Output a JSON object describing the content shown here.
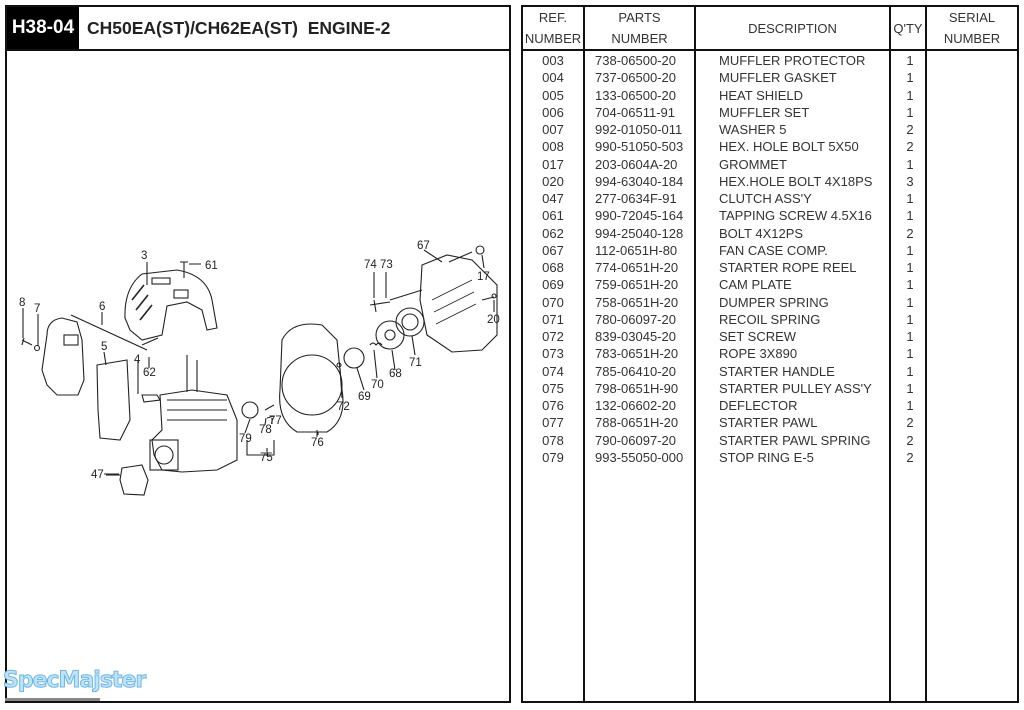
{
  "header": {
    "code": "H38-04",
    "title": "CH50EA(ST)/CH62EA(ST)  ENGINE-2"
  },
  "watermark": "SpecMajster",
  "diagram": {
    "callouts": [
      "3",
      "61",
      "8",
      "7",
      "6",
      "5",
      "4",
      "62",
      "47",
      "79",
      "78",
      "77",
      "75",
      "76",
      "72",
      "69",
      "70",
      "68",
      "71",
      "74",
      "73",
      "67",
      "17",
      "20"
    ]
  },
  "table": {
    "headers": {
      "ref": [
        "REF.",
        "NUMBER"
      ],
      "parts": [
        "PARTS",
        "NUMBER"
      ],
      "description": "DESCRIPTION",
      "qty": "Q'TY",
      "serial": [
        "SERIAL",
        "NUMBER"
      ]
    },
    "rows": [
      {
        "ref": "003",
        "part": "738-06500-20",
        "desc": "MUFFLER PROTECTOR",
        "qty": "1"
      },
      {
        "ref": "004",
        "part": "737-06500-20",
        "desc": "MUFFLER GASKET",
        "qty": "1"
      },
      {
        "ref": "005",
        "part": "133-06500-20",
        "desc": "HEAT SHIELD",
        "qty": "1"
      },
      {
        "ref": "006",
        "part": "704-06511-91",
        "desc": "MUFFLER SET",
        "qty": "1"
      },
      {
        "ref": "007",
        "part": "992-01050-011",
        "desc": "WASHER 5",
        "qty": "2"
      },
      {
        "ref": "008",
        "part": "990-51050-503",
        "desc": "HEX. HOLE BOLT 5X50",
        "qty": "2"
      },
      {
        "ref": "017",
        "part": "203-0604A-20",
        "desc": "GROMMET",
        "qty": "1"
      },
      {
        "ref": "020",
        "part": "994-63040-184",
        "desc": "HEX.HOLE BOLT 4X18PS",
        "qty": "3"
      },
      {
        "ref": "047",
        "part": "277-0634F-91",
        "desc": "CLUTCH ASS'Y",
        "qty": "1"
      },
      {
        "ref": "061",
        "part": "990-72045-164",
        "desc": "TAPPING SCREW 4.5X16",
        "qty": "1"
      },
      {
        "ref": "062",
        "part": "994-25040-128",
        "desc": "BOLT 4X12PS",
        "qty": "2"
      },
      {
        "ref": "067",
        "part": "112-0651H-80",
        "desc": "FAN CASE COMP.",
        "qty": "1"
      },
      {
        "ref": "068",
        "part": "774-0651H-20",
        "desc": "STARTER ROPE REEL",
        "qty": "1"
      },
      {
        "ref": "069",
        "part": "759-0651H-20",
        "desc": "CAM PLATE",
        "qty": "1"
      },
      {
        "ref": "070",
        "part": "758-0651H-20",
        "desc": "DUMPER SPRING",
        "qty": "1"
      },
      {
        "ref": "071",
        "part": "780-06097-20",
        "desc": "RECOIL SPRING",
        "qty": "1"
      },
      {
        "ref": "072",
        "part": "839-03045-20",
        "desc": "SET SCREW",
        "qty": "1"
      },
      {
        "ref": "073",
        "part": "783-0651H-20",
        "desc": "ROPE 3X890",
        "qty": "1"
      },
      {
        "ref": "074",
        "part": "785-06410-20",
        "desc": "STARTER HANDLE",
        "qty": "1"
      },
      {
        "ref": "075",
        "part": "798-0651H-90",
        "desc": "STARTER PULLEY ASS'Y",
        "qty": "1"
      },
      {
        "ref": "076",
        "part": "132-06602-20",
        "desc": "DEFLECTOR",
        "qty": "1"
      },
      {
        "ref": "077",
        "part": "788-0651H-20",
        "desc": "STARTER PAWL",
        "qty": "2"
      },
      {
        "ref": "078",
        "part": "790-06097-20",
        "desc": "STARTER PAWL SPRING",
        "qty": "2"
      },
      {
        "ref": "079",
        "part": "993-55050-000",
        "desc": "STOP RING E-5",
        "qty": "2"
      }
    ]
  }
}
